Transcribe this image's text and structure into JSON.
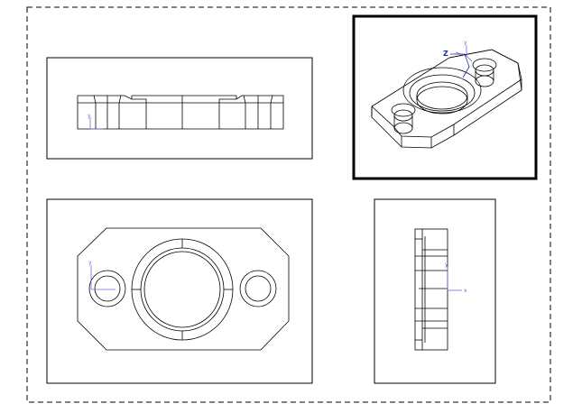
{
  "drawing": {
    "colors": {
      "line": "#000000",
      "axis": "#6b6bd9",
      "dimension": "#1a2a9a",
      "background": "#ffffff"
    },
    "views": [
      {
        "name": "top-view",
        "label": ""
      },
      {
        "name": "isometric-view",
        "label": "",
        "selected": true
      },
      {
        "name": "front-view",
        "label": ""
      },
      {
        "name": "side-view",
        "label": ""
      }
    ],
    "axis_labels": {
      "x": "x",
      "y": "y",
      "z": "z"
    },
    "iso_dimension": "Z"
  }
}
